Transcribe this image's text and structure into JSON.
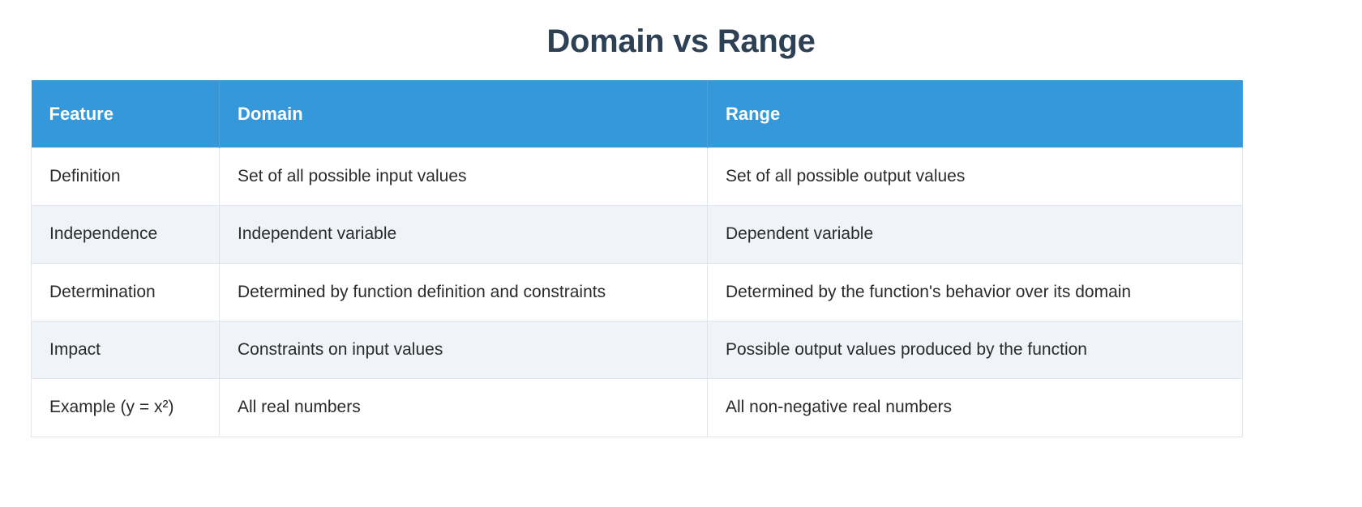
{
  "title": "Domain vs Range",
  "table": {
    "columns": [
      "Feature",
      "Domain",
      "Range"
    ],
    "rows": [
      {
        "feature": "Definition",
        "domain": "Set of all possible input values",
        "range": "Set of all possible output values"
      },
      {
        "feature": "Independence",
        "domain": "Independent variable",
        "range": "Dependent variable"
      },
      {
        "feature": "Determination",
        "domain": "Determined by function definition and constraints",
        "range": "Determined by the function's behavior over its domain"
      },
      {
        "feature": "Impact",
        "domain": "Constraints on input values",
        "range": "Possible output values produced by the function"
      },
      {
        "feature": "Example (y = x²)",
        "domain": "All real numbers",
        "range": "All non-negative real numbers"
      }
    ]
  },
  "colors": {
    "header_background": "#3498db",
    "header_text": "#ffffff",
    "title_text": "#2e4053",
    "row_alt_background": "#f0f3f7",
    "body_text": "#2b2b2b",
    "border": "#e2e5e9"
  }
}
